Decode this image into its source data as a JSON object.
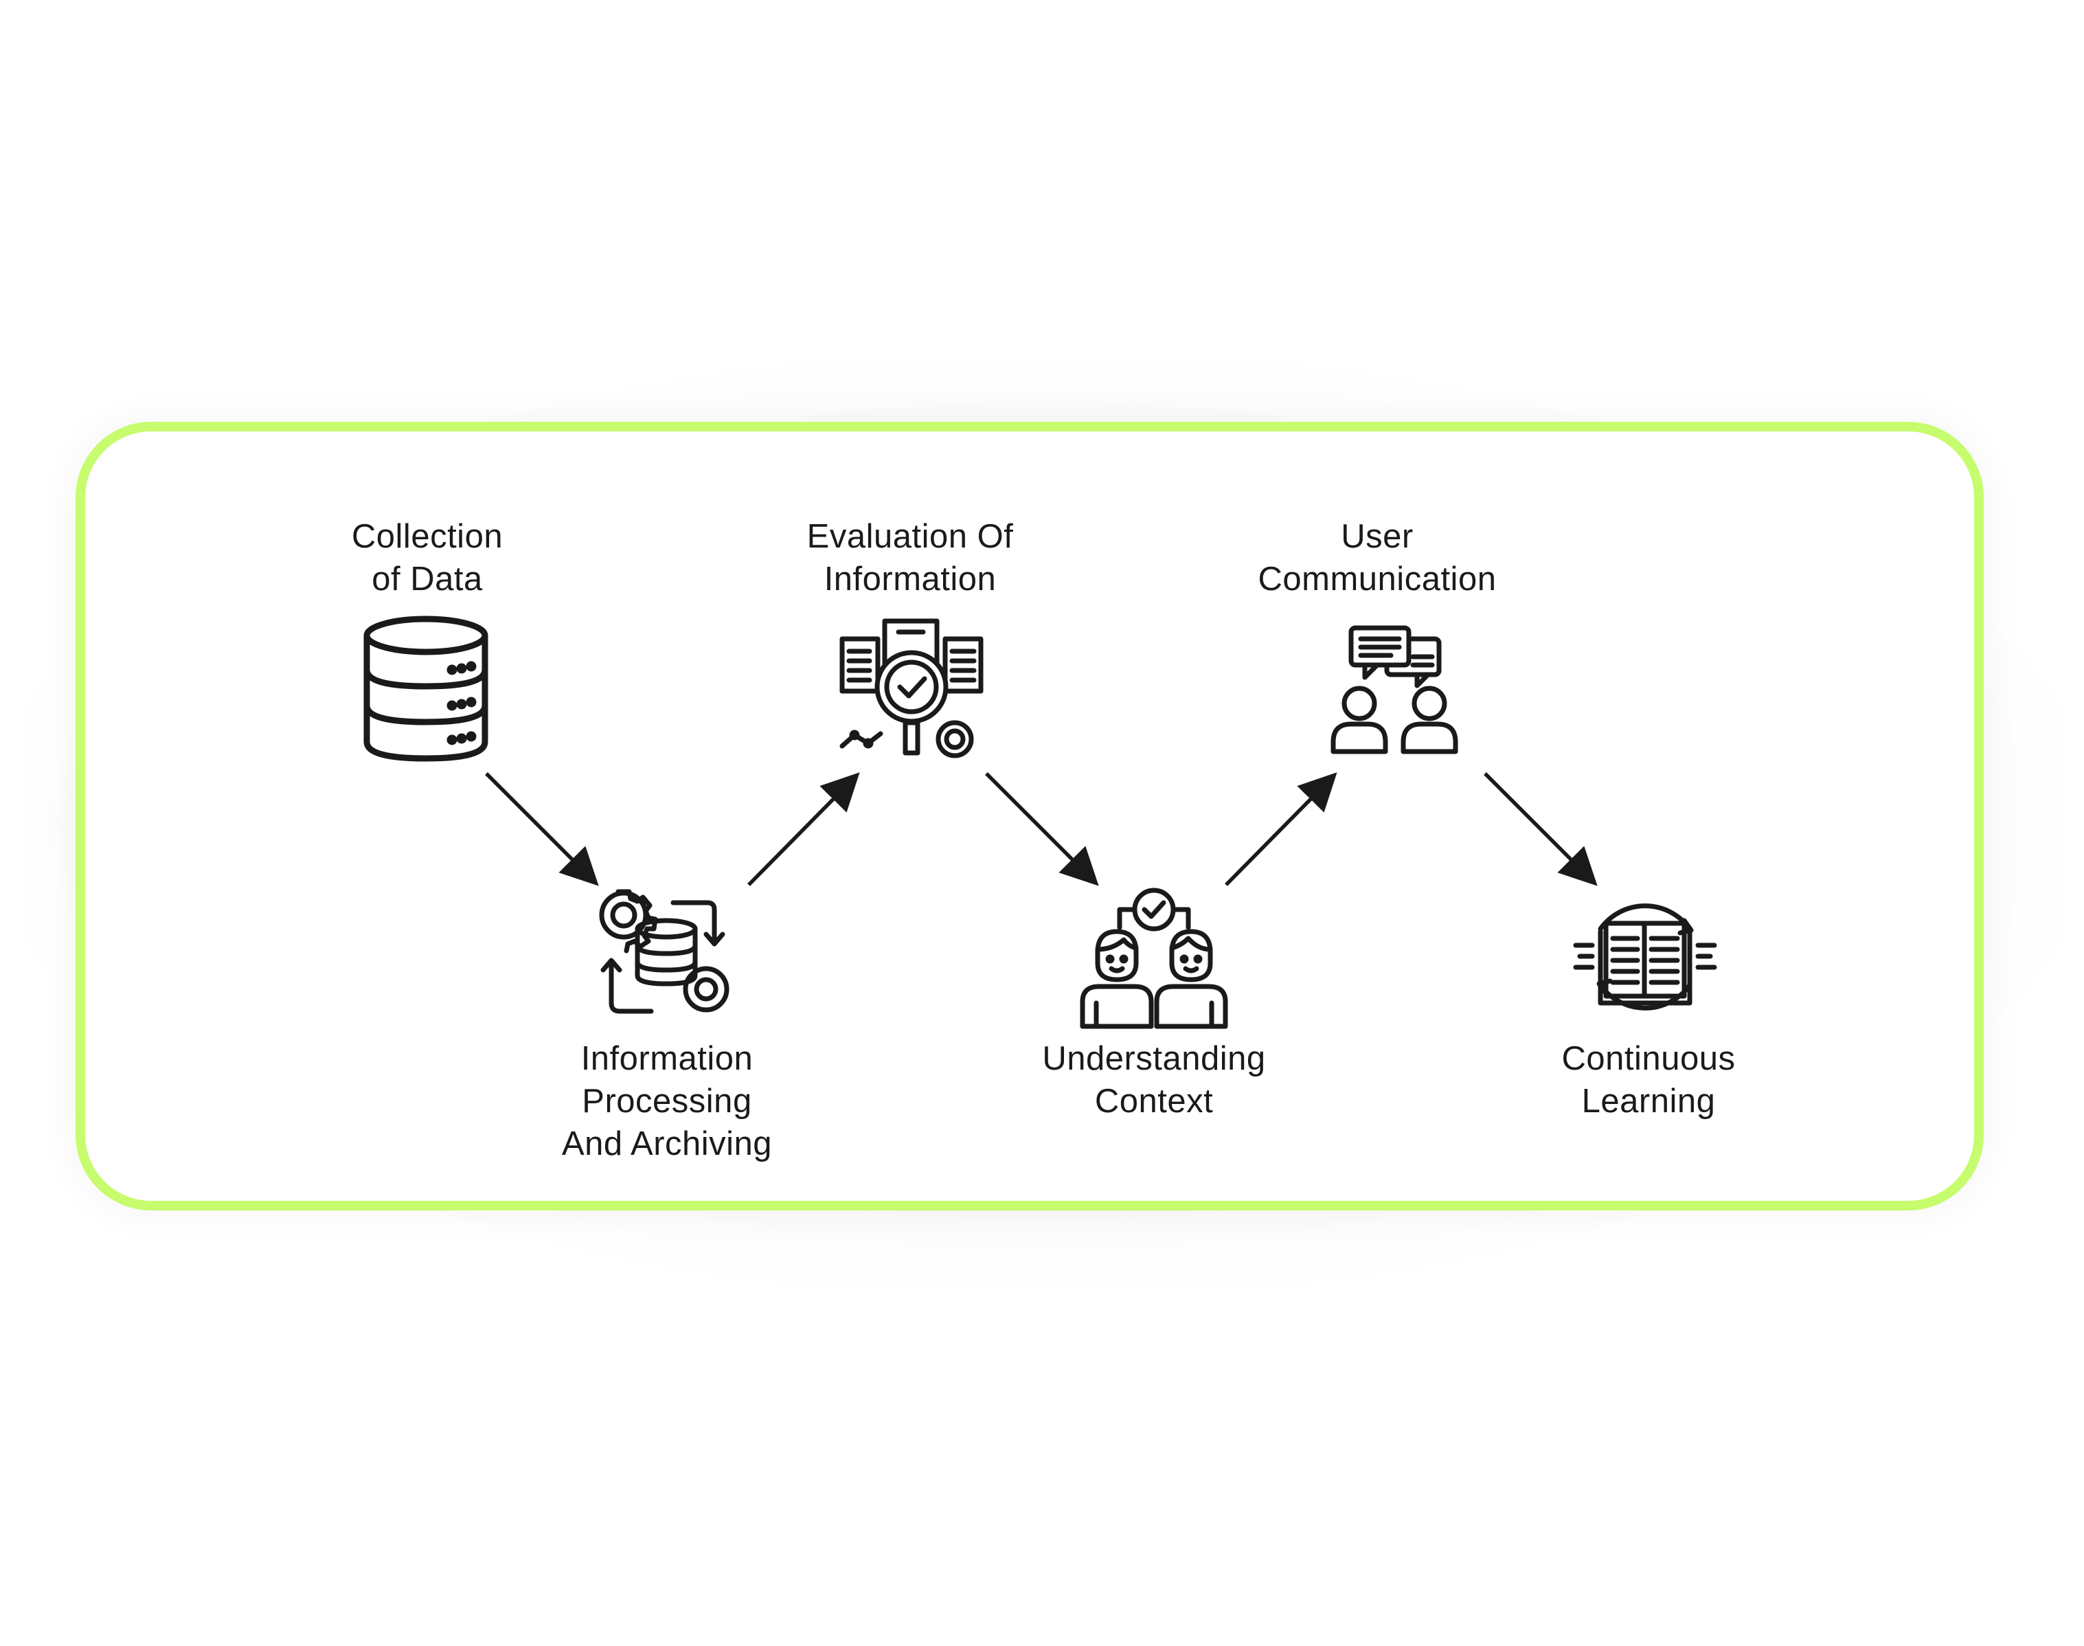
{
  "diagram": {
    "accent_color": "#c6fc6d",
    "stroke_color": "#1a1a1a",
    "steps": [
      {
        "label": "Collection\nof Data",
        "icon": "database-icon"
      },
      {
        "label": "Information\nProcessing\nAnd Archiving",
        "icon": "data-processing-icon"
      },
      {
        "label": "Evaluation Of\nInformation",
        "icon": "evaluation-magnifier-icon"
      },
      {
        "label": "Understanding\nContext",
        "icon": "people-understanding-icon"
      },
      {
        "label": "User\nCommunication",
        "icon": "user-chat-icon"
      },
      {
        "label": "Continuous\nLearning",
        "icon": "open-book-icon"
      }
    ],
    "flow": [
      "step1 -> step2",
      "step2 -> step3",
      "step3 -> step4",
      "step4 -> step5",
      "step5 -> step6"
    ]
  }
}
